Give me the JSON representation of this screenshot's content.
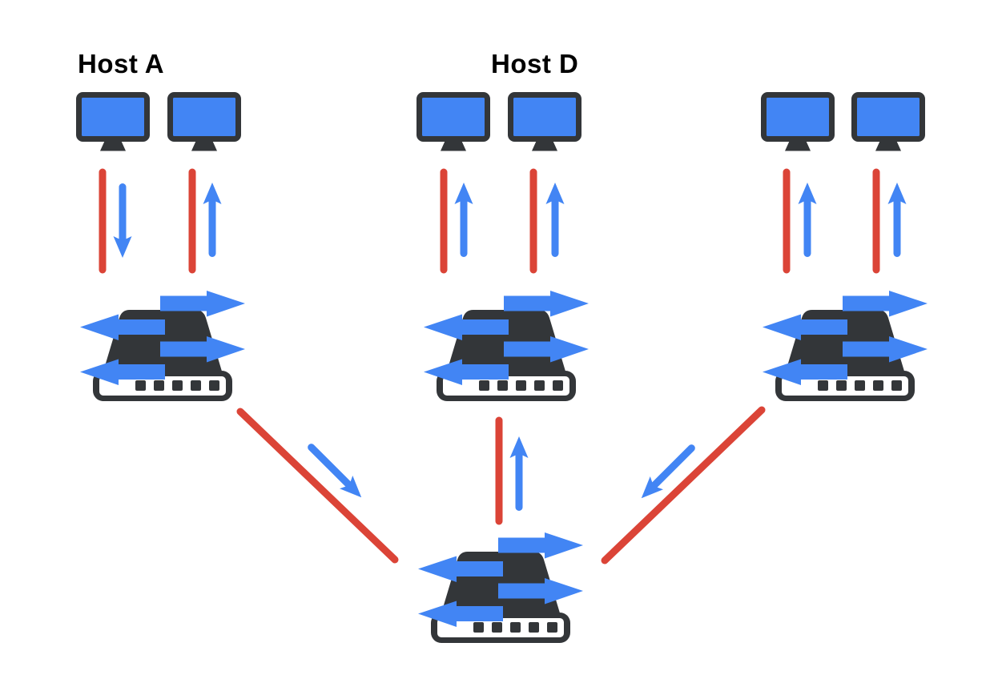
{
  "theme": {
    "blue": "#4285F4",
    "red": "#DB4437",
    "dark": "#333639",
    "background": "#FFFFFF",
    "text": "#000000"
  },
  "labels": {
    "host_a": "Host A",
    "host_d": "Host D"
  },
  "nodes": {
    "host_groups": [
      {
        "id": "host-a",
        "label": "Host A",
        "monitor_count": 2
      },
      {
        "id": "host-d",
        "label": "Host D",
        "monitor_count": 2
      },
      {
        "id": "host-unlabeled",
        "label": "",
        "monitor_count": 2
      }
    ],
    "edge_switch_count": 3,
    "core_switch_count": 1
  },
  "edges": {
    "host_to_switch": [
      {
        "group": "host-a",
        "links": [
          {
            "line": "red",
            "arrow": "down"
          },
          {
            "line": "red",
            "arrow": "up"
          }
        ]
      },
      {
        "group": "host-d",
        "links": [
          {
            "line": "red",
            "arrow": "up"
          },
          {
            "line": "red",
            "arrow": "up"
          }
        ]
      },
      {
        "group": "host-unlabeled",
        "links": [
          {
            "line": "red",
            "arrow": "up"
          },
          {
            "line": "red",
            "arrow": "up"
          }
        ]
      }
    ],
    "switch_to_core": [
      {
        "from": "switch-a",
        "line": "red",
        "arrow": "down-right"
      },
      {
        "from": "switch-d",
        "line": "red",
        "arrow": "up"
      },
      {
        "from": "switch-unlabeled",
        "line": "red",
        "arrow": "down-left"
      }
    ]
  },
  "icons": {
    "monitor": "monitor-icon",
    "switch": "switch-icon",
    "arrow": "traffic-arrow-icon"
  }
}
